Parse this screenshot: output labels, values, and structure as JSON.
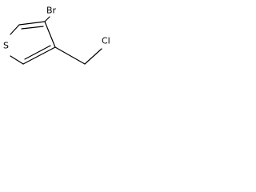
{
  "molecule": {
    "atoms": {
      "sulfur": "S",
      "bromine": "Br",
      "chlorine": "Cl"
    }
  }
}
